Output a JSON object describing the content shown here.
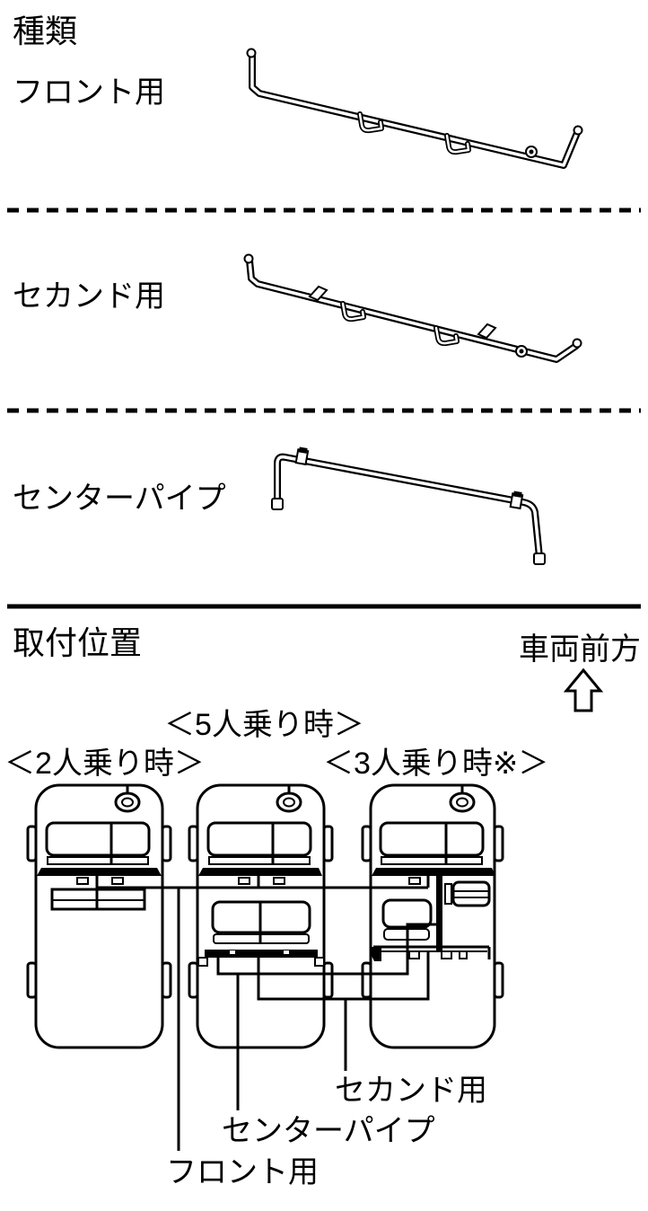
{
  "colors": {
    "background": "#ffffff",
    "ink": "#000000"
  },
  "types_section": {
    "heading": "種類",
    "items": [
      {
        "id": "front",
        "label": "フロント用"
      },
      {
        "id": "second",
        "label": "セカンド用"
      },
      {
        "id": "center",
        "label": "センターパイプ"
      }
    ]
  },
  "mounting_section": {
    "heading": "取付位置",
    "front_direction_label": "車両前方",
    "config_labels": {
      "five_passenger": "＜5人乗り時＞",
      "two_passenger": "＜2人乗り時＞",
      "three_passenger": "＜3人乗り時※＞"
    },
    "callouts": {
      "second": "セカンド用",
      "center": "センターパイプ",
      "front": "フロント用"
    }
  }
}
